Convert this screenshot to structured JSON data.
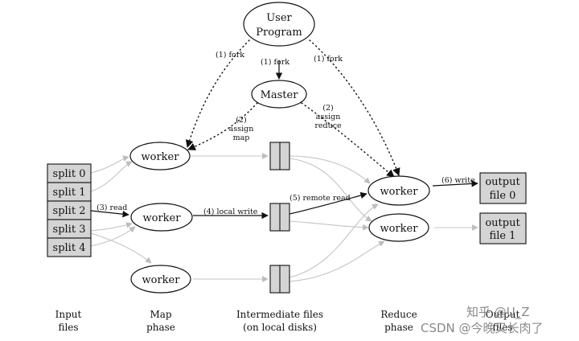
{
  "nodes": {
    "user_program": [
      "User",
      "Program"
    ],
    "master": "Master",
    "worker_label": "worker",
    "splits": [
      "split 0",
      "split 1",
      "split 2",
      "split 3",
      "split 4"
    ],
    "outputs": [
      [
        "output",
        "file 0"
      ],
      [
        "output",
        "file 1"
      ]
    ]
  },
  "edge_labels": {
    "fork_left": "(1) fork",
    "fork_mid": "(1) fork",
    "fork_right": "(1) fork",
    "assign_map": [
      "(2)",
      "assign",
      "map"
    ],
    "assign_reduce": [
      "(2)",
      "assign",
      "reduce"
    ],
    "read": "(3) read",
    "local_write": "(4) local write",
    "remote_read": "(5) remote read",
    "write": "(6) write"
  },
  "phases": {
    "input": [
      "Input",
      "files"
    ],
    "map": [
      "Map",
      "phase"
    ],
    "intermediate": [
      "Intermediate files",
      "(on local disks)"
    ],
    "reduce": [
      "Reduce",
      "phase"
    ],
    "output": [
      "Output",
      "files"
    ]
  },
  "watermark": {
    "zhihu": "知乎 @U_Z",
    "csdn": "CSDN @今晚又长肉了"
  },
  "colors": {
    "box_fill": "#d4d4d4",
    "arrow_gray": "#c0c0c0",
    "stroke": "#111111"
  }
}
